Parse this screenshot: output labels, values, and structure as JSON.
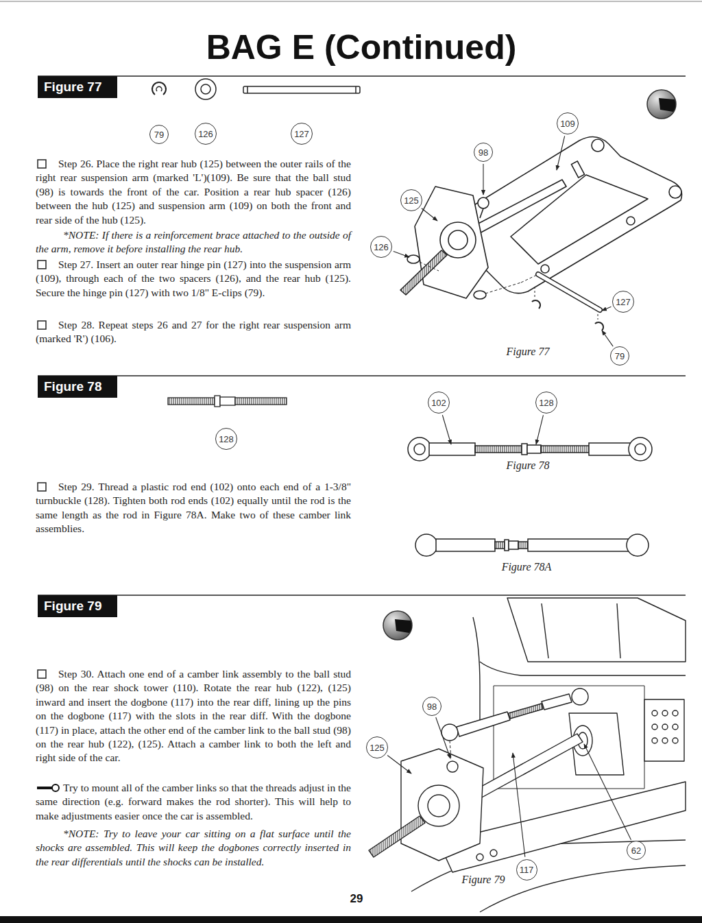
{
  "diagram": {
    "title": "BAG E (Continued)",
    "nodes": [
      {
        "text": [
          "Figure 77"
        ]
      },
      {
        "text": [
          "79"
        ]
      },
      {
        "text": [
          "126"
        ]
      },
      {
        "text": [
          "127"
        ]
      },
      {
        "text": [
          "109"
        ]
      },
      {
        "text": [
          "98"
        ]
      },
      {
        "text": [
          "125"
        ]
      },
      {
        "text": [
          "126"
        ]
      },
      {
        "text": [
          "127"
        ]
      },
      {
        "text": [
          "79"
        ]
      },
      {
        "text": [
          "Figure 78"
        ]
      },
      {
        "text": [
          "128"
        ]
      },
      {
        "text": [
          "102"
        ]
      },
      {
        "text": [
          "128"
        ]
      },
      {
        "text": [
          "Figure 79"
        ]
      },
      {
        "text": [
          "98"
        ]
      },
      {
        "text": [
          "125"
        ]
      },
      {
        "text": [
          "117"
        ]
      },
      {
        "text": [
          "62"
        ]
      }
    ],
    "labels": [
      "Step 26. Place the right rear hub (125) between the outer rails of the right rear suspension arm (marked 'L')(109). Be sure that the ball stud (98) is towards the front of the car. Position a rear hub spacer (126) between the hub (125) and suspension arm (109) on both the front and rear side of the hub (125).",
      "*NOTE: If there is a reinforcement brace attached to the outside of the arm, remove it before installing the rear hub.",
      "Step 27. Insert an outer rear hinge pin (127) into the suspension arm (109), through each of the two spacers (126), and the rear hub (125). Secure the hinge pin (127) with two 1/8\" E-clips (79).",
      "Step 28. Repeat steps 26 and 27 for the right rear suspension arm (marked 'R') (106).",
      "Figure 77",
      "Step 29. Thread a plastic rod end (102) onto each end of a 1-3/8\" turnbuckle (128). Tighten both rod ends (102) equally until the rod is the same length as the rod in Figure 78A. Make two of these camber link assemblies.",
      "Figure 78",
      "Figure 78A",
      "Step 30. Attach one end of a camber link assembly to the ball stud (98) on the rear shock tower (110). Rotate the rear hub (122), (125) inward and insert the dogbone (117) into the rear diff, lining up the pins on the dogbone (117) with the slots in the rear diff. With the dogbone (117) in place, attach the other end of the camber link to the ball stud (98) on the rear hub (122), (125). Attach a camber link to both the left and right side of the car.",
      "Try to mount all of the camber links so that the threads adjust in the same direction (e.g. forward makes the rod shorter). This will help to make adjustments easier once the car is assembled.",
      "*NOTE: Try to leave your car sitting on a flat surface until the shocks are assembled. This will keep the dogbones correctly inserted in the rear differentials until the shocks can be installed.",
      "Figure 79",
      "29"
    ]
  }
}
